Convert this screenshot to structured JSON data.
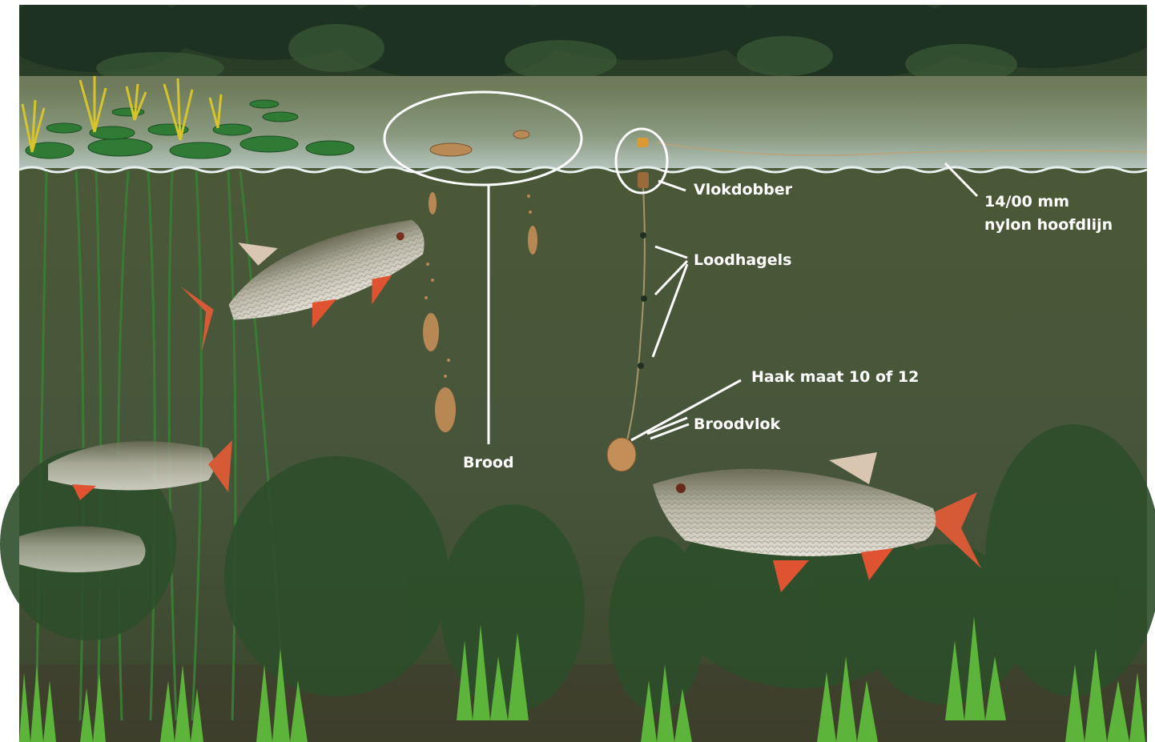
{
  "labels": {
    "vlokdobber": "Vlokdobber",
    "mainline_1": "14/00 mm",
    "mainline_2": "nylon hoofdlijn",
    "loodhagels": "Loodhagels",
    "haak": "Haak maat 10 of 12",
    "broodvlok": "Broodvlok",
    "brood": "Brood"
  },
  "colors": {
    "water_top": "#4d5a3c",
    "water_bottom": "#3d4a30",
    "surface": "#8fa08a",
    "foliage": "#223a22",
    "weed": "#2f5a2a",
    "grass": "#5fb83a",
    "annotation": "#ffffff"
  }
}
